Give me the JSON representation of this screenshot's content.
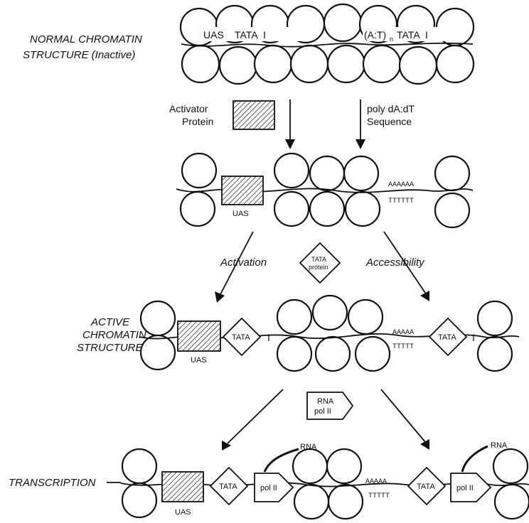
{
  "labels": {
    "normal_line1": "NORMAL CHROMATIN",
    "normal_line2": "STRUCTURE (Inactive)",
    "active_line1": "ACTIVE",
    "active_line2": "CHROMATIN",
    "active_line3": "STRUCTURE",
    "transcription": "TRANSCRIPTION",
    "activator_line1": "Activator",
    "activator_line2": "Protein",
    "polyda_line1": "poly dA:dT",
    "polyda_line2": "Sequence",
    "activation": "Activation",
    "accessibility": "Accessibility",
    "tata_protein_line1": "TATA",
    "tata_protein_line2": "protein",
    "rna_pol_line1": "RNA",
    "rna_pol_line2": "pol II"
  },
  "row1": {
    "uas": "UAS",
    "tata1": "TATA",
    "i1": "I",
    "at_tata": "(A:T)",
    "n_sub": "n",
    "tata2": "TATA",
    "i2": "I"
  },
  "row2": {
    "uas": "UAS",
    "poly_a": "AAAAAA",
    "poly_t": "TTTTTT"
  },
  "row3": {
    "uas": "UAS",
    "tata1": "TATA",
    "i1": "I",
    "poly_a": "AAAAA",
    "poly_t": "TTTTT",
    "tata2": "TATA",
    "i2": "I"
  },
  "row4": {
    "uas": "UAS",
    "tata1": "TATA",
    "pol1": "pol II",
    "rna1": "RNA",
    "poly_a": "AAAAA",
    "poly_t": "TTTTT",
    "tata2": "TATA",
    "pol2": "pol II",
    "rna2": "RNA"
  }
}
